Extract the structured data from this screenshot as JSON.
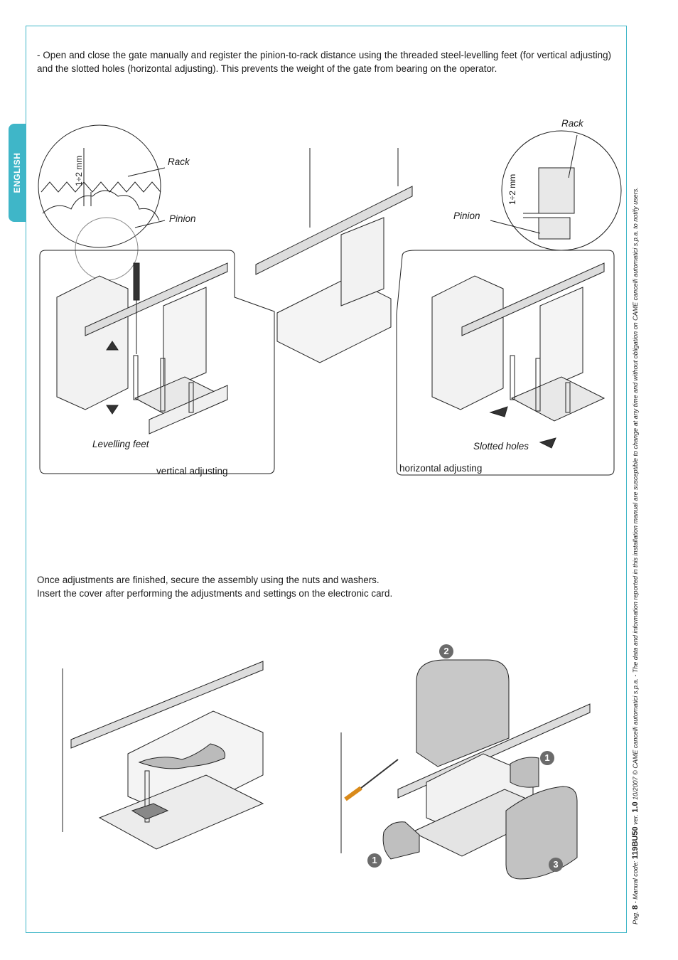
{
  "language_tab": "ENGLISH",
  "instructions": {
    "step1": "- Open and close the gate manually and register the pinion-to-rack distance using the threaded steel-levelling feet (for vertical adjusting) and the slotted holes (horizontal adjusting). This prevents the weight of the gate from bearing on the operator.",
    "step2_line1": "Once adjustments are finished, secure the assembly using the nuts and washers.",
    "step2_line2": "Insert the cover after performing the adjustments and settings on the electronic card."
  },
  "figure_labels": {
    "rack_left": "Rack",
    "pinion_left": "Pinion",
    "gap_left": "1÷2 mm",
    "levelling_feet": "Levelling feet",
    "vertical_adjusting": "vertical adjusting",
    "rack_right": "Rack",
    "pinion_right": "Pinion",
    "gap_right": "1÷2 mm",
    "slotted_holes": "Slotted holes",
    "horizontal_adjusting": "horizontal adjusting"
  },
  "step_markers": [
    "2",
    "1",
    "1",
    "3"
  ],
  "footer": {
    "page_prefix": "Pag.",
    "page_number": "8",
    "manual_code_prefix": "- Manual code:",
    "manual_code": "119BU50",
    "version_prefix": "ver.",
    "version": "1.0",
    "date": "10/2007",
    "copyright": "© CAME cancelli automatici s.p.a. - The data and information reported in this installation manual are susceptible to change at any time and without obligation on CAME cancelli automatici s.p.a. to notify users."
  },
  "colors": {
    "accent": "#3fb6c8",
    "marker": "#6b6b6b"
  }
}
